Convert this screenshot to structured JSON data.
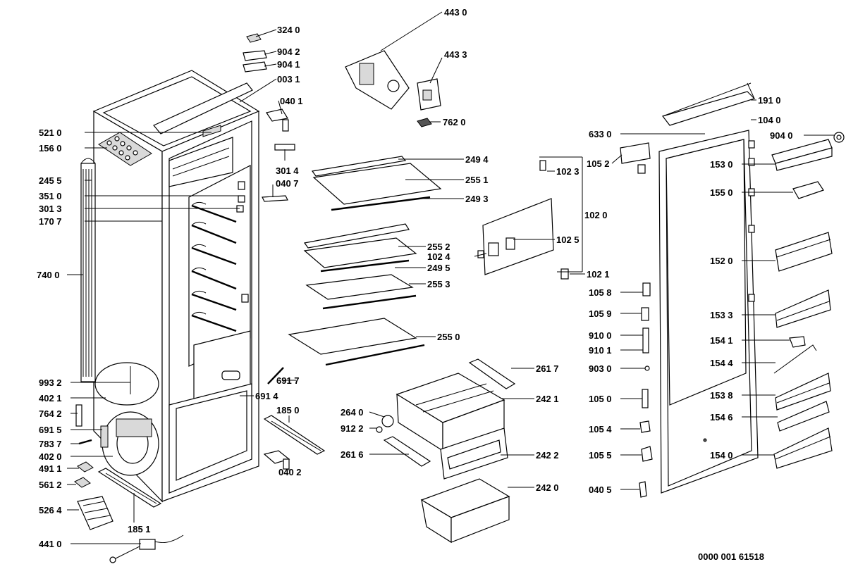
{
  "document_code": "0000 001 61518",
  "callouts": [
    {
      "id": "c3240",
      "text": "324 0"
    },
    {
      "id": "c9042",
      "text": "904 2"
    },
    {
      "id": "c9041",
      "text": "904 1"
    },
    {
      "id": "c0031",
      "text": "003 1"
    },
    {
      "id": "c0401",
      "text": "040 1"
    },
    {
      "id": "c5210",
      "text": "521 0"
    },
    {
      "id": "c1560",
      "text": "156 0"
    },
    {
      "id": "c3014",
      "text": "301 4"
    },
    {
      "id": "c2455",
      "text": "245 5"
    },
    {
      "id": "c0407",
      "text": "040 7"
    },
    {
      "id": "c3510",
      "text": "351 0"
    },
    {
      "id": "c3013",
      "text": "301 3"
    },
    {
      "id": "c1707",
      "text": "170 7"
    },
    {
      "id": "c7400",
      "text": "740 0"
    },
    {
      "id": "c9932",
      "text": "993 2"
    },
    {
      "id": "c4021",
      "text": "402 1"
    },
    {
      "id": "c7642",
      "text": "764 2"
    },
    {
      "id": "c6915",
      "text": "691 5"
    },
    {
      "id": "c7837",
      "text": "783 7"
    },
    {
      "id": "c4020",
      "text": "402 0"
    },
    {
      "id": "c4911",
      "text": "491 1"
    },
    {
      "id": "c5612",
      "text": "561 2"
    },
    {
      "id": "c5264",
      "text": "526 4"
    },
    {
      "id": "c1851",
      "text": "185 1"
    },
    {
      "id": "c4410",
      "text": "441 0"
    },
    {
      "id": "c6917",
      "text": "691 7"
    },
    {
      "id": "c6914",
      "text": "691 4"
    },
    {
      "id": "c1850",
      "text": "185 0"
    },
    {
      "id": "c0402",
      "text": "040 2"
    },
    {
      "id": "c4430",
      "text": "443 0"
    },
    {
      "id": "c4433",
      "text": "443 3"
    },
    {
      "id": "c7620",
      "text": "762 0"
    },
    {
      "id": "c2494",
      "text": "249 4"
    },
    {
      "id": "c2551",
      "text": "255 1"
    },
    {
      "id": "c2493",
      "text": "249 3"
    },
    {
      "id": "c2552",
      "text": "255 2"
    },
    {
      "id": "c1024",
      "text": "102 4"
    },
    {
      "id": "c2495",
      "text": "249 5"
    },
    {
      "id": "c2553",
      "text": "255 3"
    },
    {
      "id": "c2550",
      "text": "255 0"
    },
    {
      "id": "c1023",
      "text": "102 3"
    },
    {
      "id": "c1020",
      "text": "102 0"
    },
    {
      "id": "c1025",
      "text": "102 5"
    },
    {
      "id": "c1021",
      "text": "102 1"
    },
    {
      "id": "c2617",
      "text": "261 7"
    },
    {
      "id": "c2421",
      "text": "242 1"
    },
    {
      "id": "c2640",
      "text": "264 0"
    },
    {
      "id": "c9122",
      "text": "912 2"
    },
    {
      "id": "c2616",
      "text": "261 6"
    },
    {
      "id": "c2422",
      "text": "242 2"
    },
    {
      "id": "c2420",
      "text": "242 0"
    },
    {
      "id": "c1910",
      "text": "191 0"
    },
    {
      "id": "c1040",
      "text": "104 0"
    },
    {
      "id": "c6330",
      "text": "633 0"
    },
    {
      "id": "c9040",
      "text": "904 0"
    },
    {
      "id": "c1052",
      "text": "105 2"
    },
    {
      "id": "c1530",
      "text": "153 0"
    },
    {
      "id": "c1550",
      "text": "155 0"
    },
    {
      "id": "c1520",
      "text": "152 0"
    },
    {
      "id": "c1058",
      "text": "105 8"
    },
    {
      "id": "c1059",
      "text": "105 9"
    },
    {
      "id": "c1533",
      "text": "153 3"
    },
    {
      "id": "c9100",
      "text": "910 0"
    },
    {
      "id": "c9101",
      "text": "910 1"
    },
    {
      "id": "c1541",
      "text": "154 1"
    },
    {
      "id": "c9030",
      "text": "903 0"
    },
    {
      "id": "c1544",
      "text": "154 4"
    },
    {
      "id": "c1538",
      "text": "153 8"
    },
    {
      "id": "c1050",
      "text": "105 0"
    },
    {
      "id": "c1546",
      "text": "154 6"
    },
    {
      "id": "c1054",
      "text": "105 4"
    },
    {
      "id": "c1055",
      "text": "105 5"
    },
    {
      "id": "c1540",
      "text": "154 0"
    },
    {
      "id": "c0405",
      "text": "040 5"
    }
  ]
}
